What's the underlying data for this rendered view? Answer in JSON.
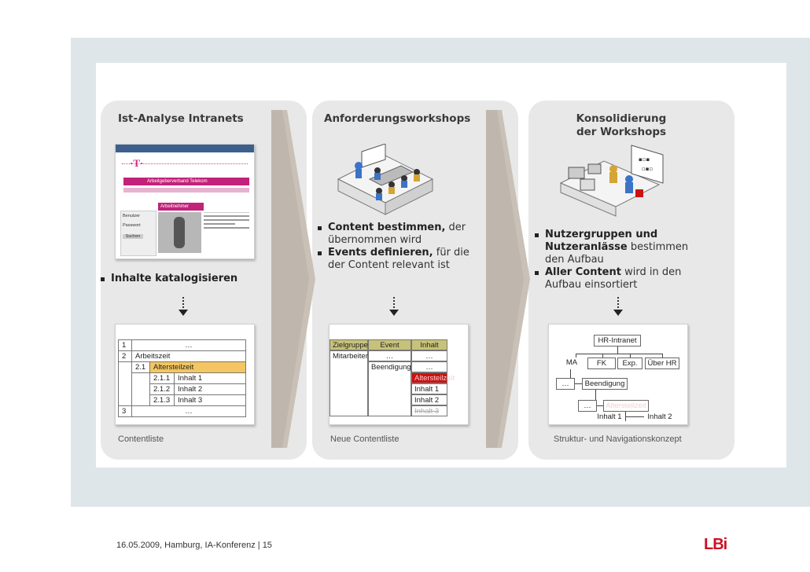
{
  "columns": [
    {
      "title": "Ist-Analyse Intranets",
      "bullets": [
        {
          "bold": "Inhalte katalogisieren",
          "rest": ""
        }
      ],
      "caption": "Contentliste",
      "screenshot": {
        "banner": "Arbeitgeberverband Telekom",
        "subbanner": "Arbeitnehmer",
        "field1": "Benutzer",
        "field2": "Passwort",
        "btn": "Suchen"
      },
      "table": [
        {
          "num": "1",
          "sub": "",
          "label": "…",
          "highlight": false
        },
        {
          "num": "2",
          "sub": "",
          "label": "Arbeitszeit",
          "highlight": false
        },
        {
          "num": "",
          "sub": "2.1",
          "label": "Altersteilzeit",
          "highlight": true
        },
        {
          "num": "",
          "sub": "2.1.1",
          "label": "Inhalt 1",
          "highlight": false
        },
        {
          "num": "",
          "sub": "2.1.2",
          "label": "Inhalt 2",
          "highlight": false
        },
        {
          "num": "",
          "sub": "2.1.3",
          "label": "Inhalt 3",
          "highlight": false
        },
        {
          "num": "3",
          "sub": "",
          "label": "…",
          "highlight": false
        }
      ]
    },
    {
      "title": "Anforderungsworkshops",
      "bullets": [
        {
          "bold": "Content bestimmen,",
          "rest": " der übernommen wird"
        },
        {
          "bold": "Events definieren,",
          "rest": " für die der Content relevant ist"
        }
      ],
      "caption": "Neue Contentliste",
      "table": {
        "headers": [
          "Zielgruppe",
          "Event",
          "Inhalt"
        ],
        "zielgruppe": "Mitarbeiter",
        "event_dots": "…",
        "event2": "Beendigung",
        "inhalt": [
          "…",
          "…",
          "Altersteilzeit",
          "Inhalt 1",
          "Inhalt 2",
          "Inhalt 3"
        ]
      }
    },
    {
      "title_line1": "Konsolidierung",
      "title_line2": "der Workshops",
      "bullets": [
        {
          "bold": "Nutzergruppen und Nutzeranlässe",
          "rest": " bestimmen den Aufbau"
        },
        {
          "bold": "Aller Content",
          "rest": " wird in den Aufbau einsortiert"
        }
      ],
      "caption": "Struktur- und Navigationskonzept",
      "tree": {
        "root": "HR-Intranet",
        "level1": [
          "MA",
          "FK",
          "Exp.",
          "Über HR"
        ],
        "level2_dots": "…",
        "level2": "Beendigung",
        "level3_dots": "…",
        "level3": "Altersteilzeit",
        "leaf1": "Inhalt 1",
        "leaf2": "Inhalt 2"
      }
    }
  ],
  "footer": "16.05.2009, Hamburg, IA-Konferenz | 15",
  "logo": "LBi",
  "colors": {
    "band": "#dfe6ea",
    "panel": "#e8e8e8",
    "chevron": "#c9c0b6",
    "red": "#cc1111",
    "yellow": "#f3c661",
    "olive": "#c7c27a"
  }
}
